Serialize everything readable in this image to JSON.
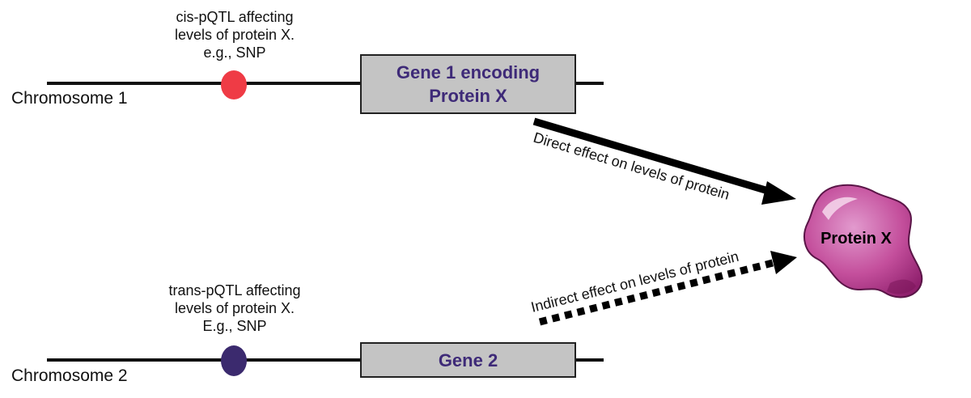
{
  "chromosome1": {
    "label": "Chromosome 1",
    "snp": {
      "label_lines": [
        "cis-pQTL affecting",
        "levels of protein X.",
        "e.g., SNP"
      ],
      "color": "#ef3b45"
    },
    "gene": {
      "label_lines": [
        "Gene 1 encoding",
        "Protein X"
      ]
    }
  },
  "chromosome2": {
    "label": "Chromosome 2",
    "snp": {
      "label_lines": [
        "trans-pQTL affecting",
        "levels of protein X.",
        "E.g., SNP"
      ],
      "color": "#3b2a6e"
    },
    "gene": {
      "label_lines": [
        "Gene 2"
      ]
    }
  },
  "arrows": {
    "direct": {
      "label": "Direct effect on levels of protein",
      "style": "solid"
    },
    "indirect": {
      "label": "Indirect effect on levels of protein",
      "style": "dotted"
    }
  },
  "protein": {
    "label": "Protein X",
    "color": "#c04a9a"
  },
  "colors": {
    "gene_box_fill": "#c4c4c4",
    "gene_text": "#3e2a78",
    "line": "#111111"
  }
}
